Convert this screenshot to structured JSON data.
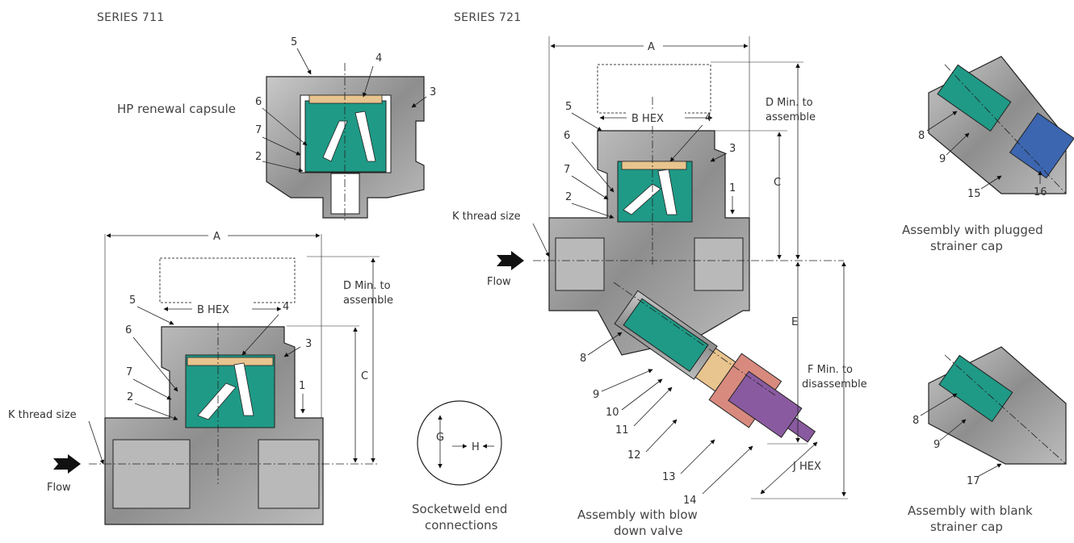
{
  "titles": {
    "series711": "SERIES 711",
    "series721": "SERIES 721"
  },
  "captions": {
    "hp_renewal": "HP renewal capsule",
    "socketweld_1": "Socketweld end",
    "socketweld_2": "connections",
    "blowdown_1": "Assembly with blow",
    "blowdown_2": "down valve",
    "plugged_1": "Assembly with plugged",
    "plugged_2": "strainer cap",
    "blank_1": "Assembly with blank",
    "blank_2": "strainer cap"
  },
  "dims": {
    "A": "A",
    "B": "B HEX",
    "C": "C",
    "D1": "D Min. to",
    "D2": "assemble",
    "E": "E",
    "F1": "F Min. to",
    "F2": "disassemble",
    "G": "G",
    "H": "H",
    "J": "J HEX",
    "K": "K thread size",
    "flow": "Flow"
  },
  "parts": [
    "1",
    "2",
    "3",
    "4",
    "5",
    "6",
    "7",
    "8",
    "9",
    "10",
    "11",
    "12",
    "13",
    "14",
    "15",
    "16",
    "17"
  ],
  "colors": {
    "body": "#9a9a9a",
    "body_dark": "#6f6f6f",
    "capsule": "#1f9a86",
    "disc": "#e8c48e",
    "cap_red": "#d88a7e",
    "valve_purple": "#8a5aa0",
    "plug_blue": "#3c66b0"
  }
}
